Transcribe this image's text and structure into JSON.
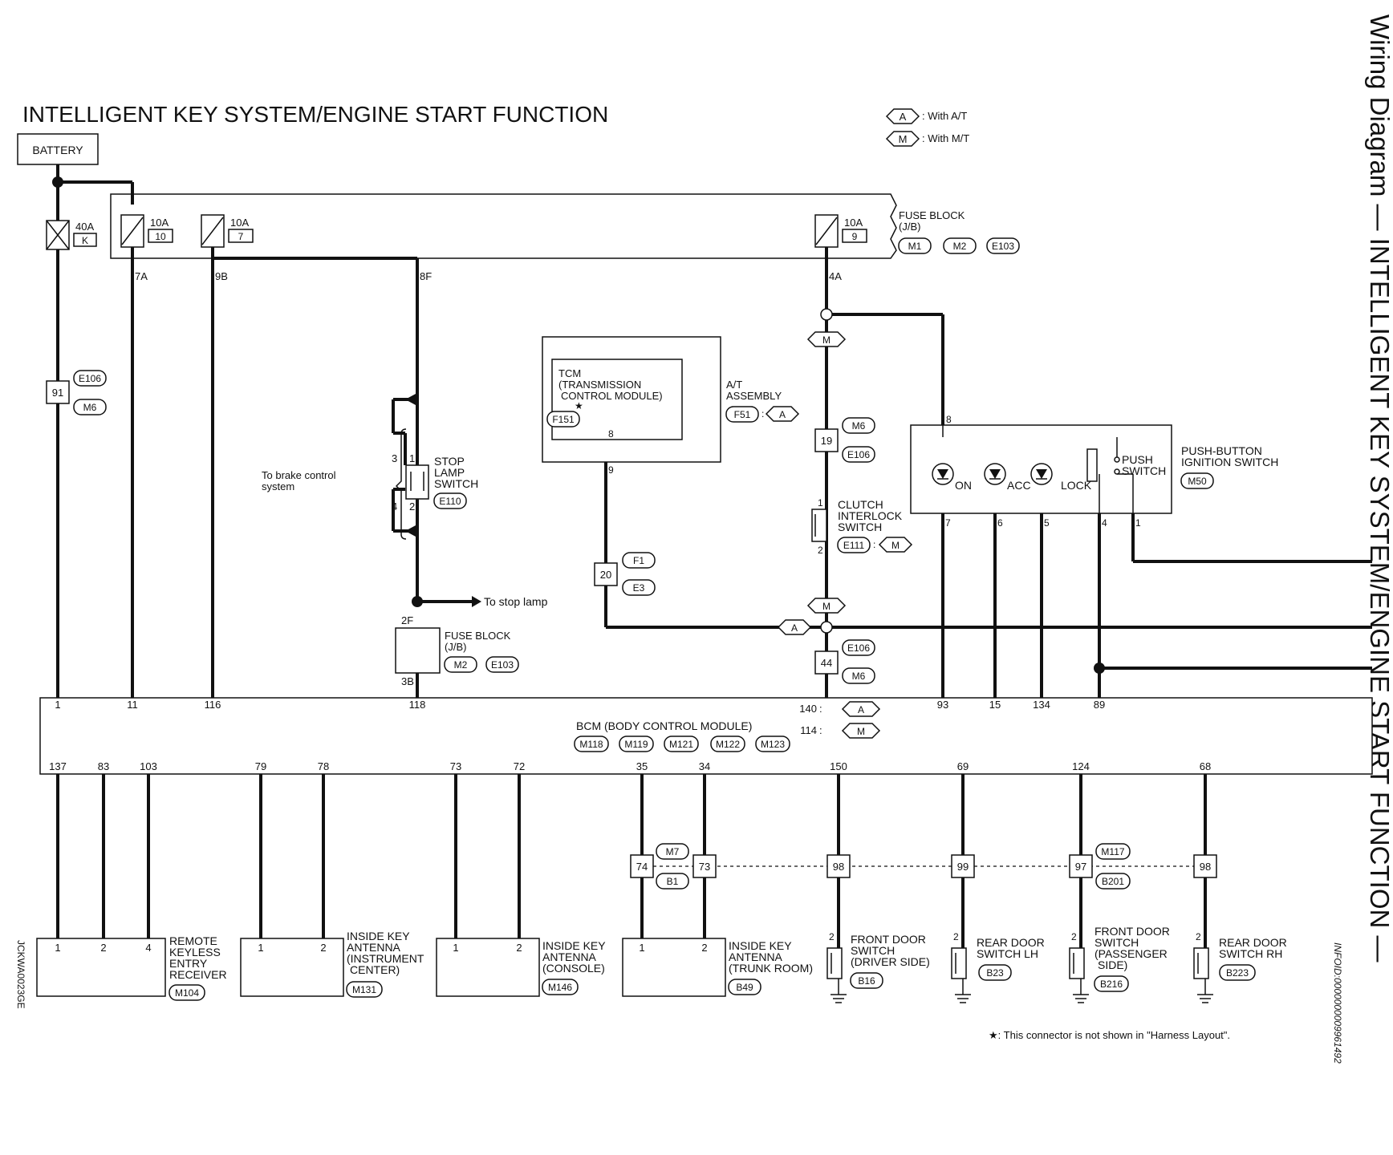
{
  "title": "INTELLIGENT KEY SYSTEM/ENGINE START FUNCTION",
  "side_title": "Wiring Diagram — INTELLIGENT KEY SYSTEM/ENGINE START FUNCTION —",
  "info_id": "INFOID:0000000009961492",
  "figure_code": "JCKWA0023GE",
  "legend": {
    "a_code": "A",
    "a_text": ": With A/T",
    "m_code": "M",
    "m_text": ": With M/T"
  },
  "footnote": "★: This connector is not shown in \"Harness Layout\".",
  "battery": "BATTERY",
  "fuses": {
    "f40": {
      "amp": "40A",
      "id": "K"
    },
    "f10": {
      "amp": "10A",
      "id": "10"
    },
    "f7": {
      "amp": "10A",
      "id": "7"
    },
    "f9": {
      "amp": "10A",
      "id": "9"
    }
  },
  "fuse_block": {
    "l1": "FUSE BLOCK",
    "l2": "(J/B)",
    "c1": "M1",
    "c2": "M2",
    "c3": "E103"
  },
  "fuse_pins": {
    "p7a": "7A",
    "p9b": "9B",
    "p8f": "8F",
    "p4a": "4A"
  },
  "joint_91": {
    "num": "91",
    "c1": "E106",
    "c2": "M6"
  },
  "brake": {
    "text1": "To brake control",
    "text2": "system"
  },
  "stop_switch": {
    "l1": "STOP",
    "l2": "LAMP",
    "l3": "SWITCH",
    "conn": "E110",
    "p3": "3",
    "p1": "1",
    "p4": "4",
    "p2": "2"
  },
  "to_stop_lamp": "To stop lamp",
  "fuse_block2": {
    "l1": "FUSE BLOCK",
    "l2": "(J/B)",
    "c1": "M2",
    "c2": "E103",
    "top": "2F",
    "bottom": "3B"
  },
  "tcm": {
    "l1": "TCM",
    "l2": "(TRANSMISSION",
    "l3": "CONTROL MODULE)",
    "conn": "F151",
    "star": "★",
    "pin_in": "8",
    "pin_out": "9"
  },
  "at_assembly": {
    "l1": "A/T",
    "l2": "ASSEMBLY",
    "conn": "F51",
    "code": "A"
  },
  "joint_20": {
    "num": "20",
    "c1": "F1",
    "c2": "E3"
  },
  "joint_19": {
    "num": "19",
    "c1": "M6",
    "c2": "E106"
  },
  "joint_44": {
    "num": "44",
    "c1": "E106",
    "c2": "M6"
  },
  "clutch": {
    "l1": "CLUTCH",
    "l2": "INTERLOCK",
    "l3": "SWITCH",
    "conn": "E111",
    "code": "M",
    "p1": "1",
    "p2": "2"
  },
  "m_code_label": "M",
  "a_code_label": "A",
  "push_button": {
    "l1": "PUSH-BUTTON",
    "l2": "IGNITION SWITCH",
    "conn": "M50",
    "pin_in": "8",
    "on": "ON",
    "acc": "ACC",
    "lock": "LOCK",
    "push1": "PUSH",
    "push2": "SWITCH",
    "p7": "7",
    "p6": "6",
    "p5": "5",
    "p4": "4",
    "p1": "1"
  },
  "bcm": {
    "name": "BCM (BODY CONTROL MODULE)",
    "connectors": [
      "M118",
      "M119",
      "M121",
      "M122",
      "M123"
    ],
    "top_pins": [
      "1",
      "11",
      "116",
      "118",
      "93",
      "15",
      "134",
      "89"
    ],
    "pin_140": "140",
    "pin_114": "114",
    "bottom_pins": [
      "137",
      "83",
      "103",
      "79",
      "78",
      "73",
      "72",
      "35",
      "34",
      "150",
      "69",
      "124",
      "68"
    ]
  },
  "joints_bottom": {
    "j74": "74",
    "j73": "73",
    "c_m7": "M7",
    "c_b1": "B1",
    "j98a": "98",
    "j99": "99",
    "j97": "97",
    "j98b": "98",
    "c_m117": "M117",
    "c_b201": "B201"
  },
  "remote_keyless": {
    "l1": "REMOTE",
    "l2": "KEYLESS",
    "l3": "ENTRY",
    "l4": "RECEIVER",
    "conn": "M104",
    "p1": "1",
    "p2": "2",
    "p4": "4"
  },
  "antenna_ic": {
    "l1": "INSIDE KEY",
    "l2": "ANTENNA",
    "l3": "(INSTRUMENT",
    "l4": "CENTER)",
    "conn": "M131",
    "p1": "1",
    "p2": "2"
  },
  "antenna_console": {
    "l1": "INSIDE KEY",
    "l2": "ANTENNA",
    "l3": "(CONSOLE)",
    "conn": "M146",
    "p1": "1",
    "p2": "2"
  },
  "antenna_trunk": {
    "l1": "INSIDE KEY",
    "l2": "ANTENNA",
    "l3": "(TRUNK ROOM)",
    "conn": "B49",
    "p1": "1",
    "p2": "2"
  },
  "door_fd": {
    "l1": "FRONT DOOR",
    "l2": "SWITCH",
    "l3": "(DRIVER SIDE)",
    "conn": "B16",
    "pin": "2"
  },
  "door_rl": {
    "l1": "REAR DOOR",
    "l2": "SWITCH LH",
    "conn": "B23",
    "pin": "2"
  },
  "door_fp": {
    "l1": "FRONT DOOR",
    "l2": "SWITCH",
    "l3": "(PASSENGER",
    "l4": "SIDE)",
    "conn": "B216",
    "pin": "2"
  },
  "door_rr": {
    "l1": "REAR DOOR",
    "l2": "SWITCH RH",
    "conn": "B223",
    "pin": "2"
  }
}
